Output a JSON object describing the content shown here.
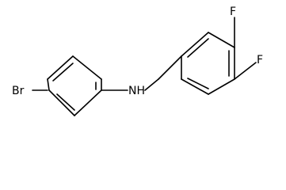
{
  "molecule": {
    "atoms": {
      "bromine": "Br",
      "amine": "NH",
      "fluorine_upper": "F",
      "fluorine_lower": "F"
    }
  },
  "colors": {
    "bond": "#000000",
    "label": "#000000",
    "background": "#ffffff"
  }
}
